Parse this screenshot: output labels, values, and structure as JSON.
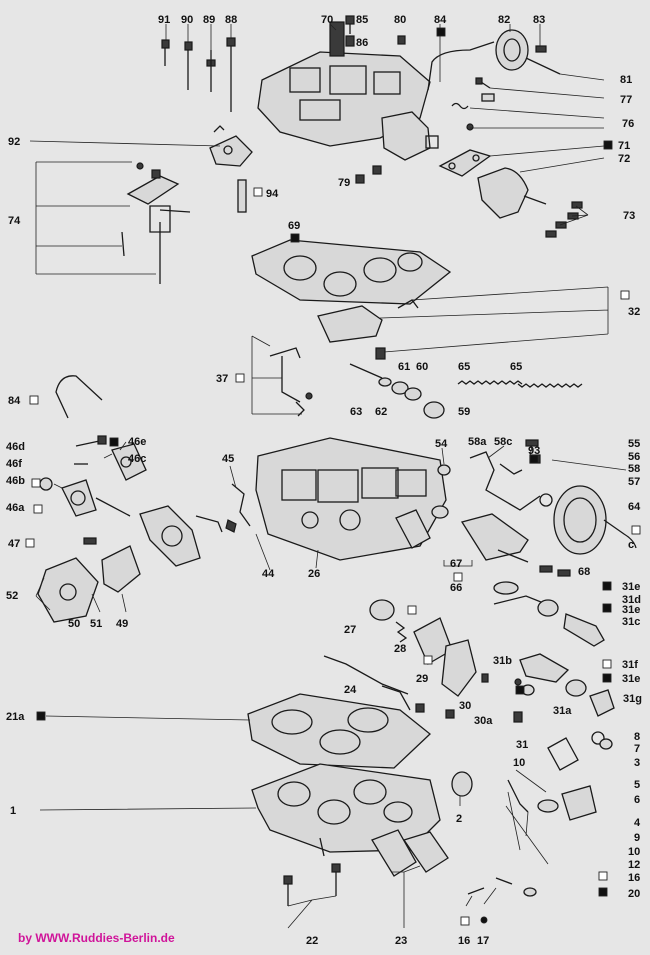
{
  "credit": "by  WWW.Ruddies-Berlin.de",
  "colors": {
    "background": "#e6e6e6",
    "ink": "#1a1a1a",
    "credit": "#d0149a"
  },
  "labels": {
    "n91": "91",
    "n90": "90",
    "n89": "89",
    "n88": "88",
    "n70": "70",
    "n85": "85",
    "n86": "86",
    "n80": "80",
    "n84t": "84",
    "n82": "82",
    "n83": "83",
    "n81": "81",
    "n77": "77",
    "n76": "76",
    "n71": "71",
    "n72": "72",
    "n73": "73",
    "n92": "92",
    "n79": "79",
    "n94": "94",
    "n74": "74",
    "n69": "69",
    "n32": "32",
    "n37": "37",
    "n61": "61",
    "n60": "60",
    "n65a": "65",
    "n65b": "65",
    "n63": "63",
    "n62": "62",
    "n59": "59",
    "n84b": "84",
    "n46d": "46d",
    "n46e": "46e",
    "n46f": "46f",
    "n46c": "46c",
    "n46b": "46b",
    "n46a": "46a",
    "n45": "45",
    "n54": "54",
    "n58a": "58a",
    "n58c": "58c",
    "n55": "55",
    "n93": "93",
    "n56": "56",
    "n58": "58",
    "n57": "57",
    "n64": "64",
    "n47": "47",
    "n44": "44",
    "n26": "26",
    "n67": "67",
    "n66": "66",
    "n68": "68",
    "n52": "52",
    "n50": "50",
    "n51": "51",
    "n49": "49",
    "n31e1": "31e",
    "n31d": "31d",
    "n31e2": "31e",
    "n31c": "31c",
    "n27": "27",
    "n28": "28",
    "n31b": "31b",
    "n31f": "31f",
    "n31e3": "31e",
    "n29": "29",
    "n31a": "31a",
    "n31g": "31g",
    "n24": "24",
    "n30": "30",
    "n30a": "30a",
    "n21a": "21a",
    "n31": "31",
    "n8": "8",
    "n7": "7",
    "n3": "3",
    "n10": "10",
    "n5": "5",
    "n6": "6",
    "n1": "1",
    "n2": "2",
    "n4": "4",
    "n9": "9",
    "n10b": "10",
    "n12": "12",
    "n16": "16",
    "n20": "20",
    "n22": "22",
    "n23": "23",
    "n17": "17",
    "n16b": "16",
    "c": "c"
  }
}
